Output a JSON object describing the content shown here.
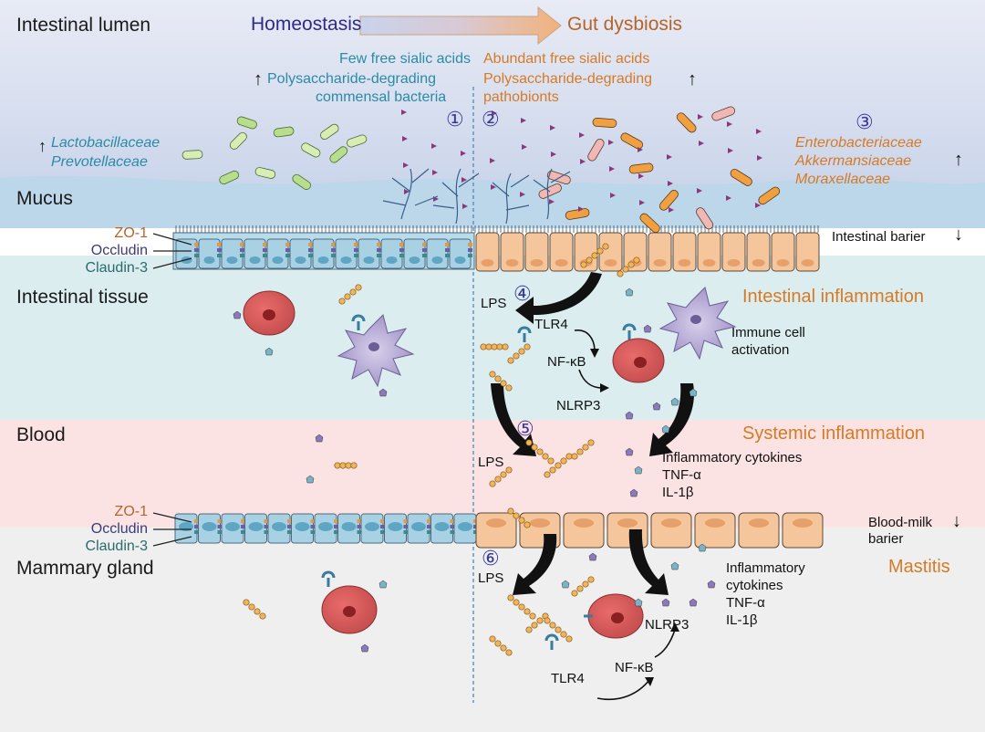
{
  "zones": {
    "lumen": "Intestinal lumen",
    "mucus": "Mucus",
    "tissue": "Intestinal tissue",
    "blood": "Blood",
    "mammary": "Mammary gland"
  },
  "header": {
    "homeostasis": "Homeostasis",
    "dysbiosis": "Gut dysbiosis"
  },
  "left_state": {
    "line1": "Few free sialic acids",
    "line2": "Polysaccharide-degrading",
    "line3": "commensal bacteria",
    "up_arrow": "↑"
  },
  "right_state": {
    "line1": "Abundant free sialic acids",
    "line2": "Polysaccharide-degrading",
    "line3": "pathobionts",
    "up_arrow": "↑"
  },
  "left_taxa": {
    "arrow": "↑",
    "t1": "Lactobacillaceae",
    "t2": "Prevotellaceae"
  },
  "right_taxa": {
    "arrow": "↑",
    "t1": "Enterobacteriaceae",
    "t2": "Akkermansiaceae",
    "t3": "Moraxellaceae"
  },
  "numbers": {
    "n1": "①",
    "n2": "②",
    "n3": "③",
    "n4": "④",
    "n5": "⑤",
    "n6": "⑥"
  },
  "tight_junctions_gut": {
    "zo1": "ZO-1",
    "occludin": "Occludin",
    "claudin": "Claudin-3"
  },
  "tight_junctions_mammary": {
    "zo1": "ZO-1",
    "occludin": "Occludin",
    "claudin": "Claudin-3"
  },
  "barrier": {
    "intestinal": "Intestinal barier",
    "intestinal_arrow": "↓",
    "blood_milk_1": "Blood-milk",
    "blood_milk_2": "barier",
    "blood_milk_arrow": "↓"
  },
  "tissue_labels": {
    "lps": "LPS",
    "tlr4": "TLR4",
    "nfkb": "NF-κB",
    "nlrp3": "NLRP3",
    "immune_1": "Immune cell",
    "immune_2": "activation",
    "intestinal_inflammation": "Intestinal inflammation"
  },
  "blood_labels": {
    "lps": "LPS",
    "systemic": "Systemic inflammation",
    "cyto": "Inflammatory cytokines",
    "tnf": "TNF-α",
    "il1": "IL-1β"
  },
  "mammary_labels": {
    "lps": "LPS",
    "mastitis": "Mastitis",
    "cyto1": "Inflammatory",
    "cyto2": "cytokines",
    "tnf": "TNF-α",
    "il1": "IL-1β",
    "nlrp3": "NLRP3",
    "tlr4": "TLR4",
    "nfkb": "NF-κB"
  },
  "colors": {
    "lumen_top": "#e6e9f4",
    "mucus_band": "#cfe3ef",
    "tissue": "#dff0f2",
    "blood": "#fbe6e6",
    "mammary": "#f1f1f1",
    "healthy_cell": "#a9d3e6",
    "inflamed_cell": "#f6c9a0",
    "accent_orange": "#d67a25",
    "accent_teal": "#2b8aa6"
  }
}
